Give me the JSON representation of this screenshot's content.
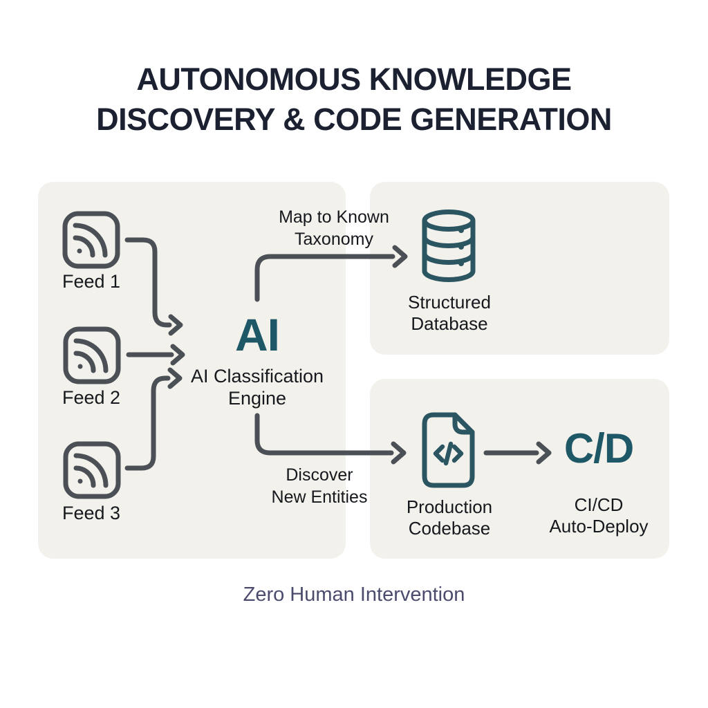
{
  "title": {
    "line1": "AUTONOMOUS KNOWLEDGE",
    "line2": "DISCOVERY & CODE GENERATION"
  },
  "feeds": {
    "items": [
      {
        "label": "Feed 1"
      },
      {
        "label": "Feed 2"
      },
      {
        "label": "Feed 3"
      }
    ],
    "icon": "rss-icon"
  },
  "engine": {
    "big_label": "AI",
    "name_line1": "AI Classification",
    "name_line2": "Engine"
  },
  "connectors": {
    "taxonomy_line1": "Map to Known",
    "taxonomy_line2": "Taxonomy",
    "discover_line1": "Discover",
    "discover_line2": "New Entities"
  },
  "database": {
    "icon": "database-icon",
    "label_line1": "Structured",
    "label_line2": "Database"
  },
  "codebase": {
    "icon": "code-file-icon",
    "label_line1": "Production",
    "label_line2": "Codebase"
  },
  "cicd": {
    "big_label": "C/D",
    "label_line1": "CI/CD",
    "label_line2": "Auto-Deploy"
  },
  "footer": {
    "label": "Zero Human Intervention"
  },
  "colors": {
    "panel_background": "#f3f1ec",
    "arrow_gray": "#4b5056",
    "teal_accent": "#1e5765",
    "icon_teal": "#2c5562",
    "title_text": "#1b2130",
    "footer_text": "#4b4b6d"
  }
}
